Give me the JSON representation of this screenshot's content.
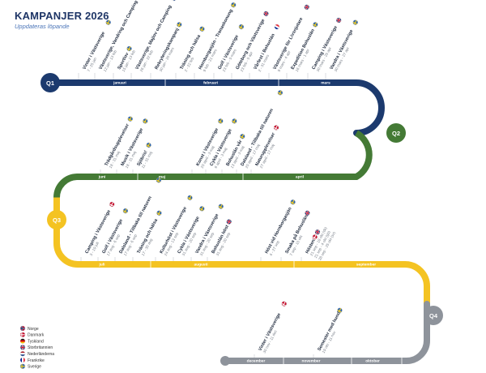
{
  "header": {
    "title": "KAMPANJER 2026",
    "subtitle": "Uppdateras löpande"
  },
  "colors": {
    "q1": "#1c3a6e",
    "q2": "#447a35",
    "q3": "#f4c322",
    "q4": "#8e939b"
  },
  "quarters": [
    {
      "label": "Q1",
      "color": "#1c3a6e"
    },
    {
      "label": "Q2",
      "color": "#447a35"
    },
    {
      "label": "Q3",
      "color": "#f4c322"
    },
    {
      "label": "Q4",
      "color": "#8e939b"
    }
  ],
  "months": [
    "januari",
    "februari",
    "mars",
    "april",
    "maj",
    "juni",
    "juli",
    "augusti",
    "september",
    "oktober",
    "november",
    "december"
  ],
  "campaigns": [
    {
      "name": "Vinter i Västsverige",
      "dates": "7 - 25 jan",
      "flags": [
        "se"
      ]
    },
    {
      "name": "Västsverige, Vandring och Camping",
      "dates": "12 jan - 13 feb",
      "flags": [
        "de"
      ]
    },
    {
      "name": "Sportlov",
      "dates": "15 jan - 13 feb",
      "flags": [
        "se"
      ]
    },
    {
      "name": "Västsverige, Majlov och Camping",
      "dates": "26 jan - 22 feb",
      "flags": [
        "nl"
      ]
    },
    {
      "name": "Rekryteringskampanj",
      "dates": "30 jan - 20 mars",
      "flags": [
        "se"
      ]
    },
    {
      "name": "Träning och hälsa",
      "dates": "2 - 22 feb",
      "flags": [
        "se"
      ]
    },
    {
      "name": "Hornborgasjön - Tranaskonung",
      "dates": "9 feb - 21 mars",
      "flags": [
        "se"
      ]
    },
    {
      "name": "Golf i Västsverige",
      "dates": "23 feb - 5 mars",
      "flags": [
        "se"
      ]
    },
    {
      "name": "Göteborg och Västsverige",
      "dates": "23 feb - 5 apr",
      "flags": [
        "gb"
      ]
    },
    {
      "name": "Vårfest i Bohuslän",
      "dates": "2 - 31 mars",
      "flags": [
        "fr"
      ]
    },
    {
      "name": "Västsverige för Livsnjutare",
      "dates": "9 mars - 4 apr",
      "flags": [
        "gb"
      ]
    },
    {
      "name": "Expedition Bohuslän",
      "dates": "16 mars - 1 apr",
      "flags": [
        "se"
      ]
    },
    {
      "name": "Camping i Västsverige",
      "dates": "30 mars - 25 apr",
      "flags": [
        "gb"
      ]
    },
    {
      "name": "Vandra i Västsverige",
      "dates": "30 mars - 27 apr",
      "flags": [
        "se"
      ]
    },
    {
      "name": "Trädgårdsupplevelser",
      "dates": "18 - 31 maj",
      "flags": [
        "se"
      ]
    },
    {
      "name": "Musik i Västsverige",
      "dates": "18 - 31 maj",
      "flags": [
        "se"
      ]
    },
    {
      "name": "Sjöbris!",
      "dates": "11 - 31 maj",
      "flags": [
        "se"
      ]
    },
    {
      "name": "Konst i Västsverige",
      "dates": "20 april - 3 maj",
      "flags": [
        "se"
      ]
    },
    {
      "name": "Cykla i Västsverige",
      "dates": "6 april - 3 maj",
      "flags": [
        "se"
      ]
    },
    {
      "name": "Bohuslän vår",
      "dates": "13 april - 3 maj",
      "flags": [
        "se"
      ]
    },
    {
      "name": "Dalsland - Tillbaka till naturen",
      "dates": "20 april - 17 maj",
      "flags": [
        "se"
      ]
    },
    {
      "name": "Naturupplevelser",
      "dates": "27 april - 17 maj",
      "flags": [
        "dk"
      ]
    },
    {
      "name": "Camping i Västsverige",
      "dates": "3 - 19 juli",
      "flags": [
        "dk"
      ]
    },
    {
      "name": "Golf i Västsverige",
      "dates": "17 aug - 6 sep",
      "flags": [
        "se"
      ]
    },
    {
      "name": "Dalsland - Tillbaka till naturen",
      "dates": "17 aug - 6 sep",
      "flags": [
        "se"
      ]
    },
    {
      "name": "Träning och hälsa",
      "dates": "17 - 30 aug",
      "flags": [
        "se"
      ]
    },
    {
      "name": "Kulturhöst i Västsverige",
      "dates": "24 aug - 13 sep",
      "flags": [
        "se"
      ]
    },
    {
      "name": "Cykla i Västsverige",
      "dates": "31 aug - 20 sep",
      "flags": [
        "se"
      ]
    },
    {
      "name": "Vandra i Västsverige",
      "dates": "31 aug - 20 sep",
      "flags": [
        "se"
      ]
    },
    {
      "name": "Bohuslän höst",
      "dates": "31 aug - 20 sep",
      "flags": [
        "gb"
      ]
    },
    {
      "name": "Höst vid Hornborgasjön",
      "dates": "4 - 27 sep",
      "flags": [
        "se"
      ]
    },
    {
      "name": "Smaka på Bohuslän",
      "dates": "7 sep - 10 okt",
      "flags": [
        "gb"
      ]
    },
    {
      "name": "Hösten",
      "dates": "21 sep - 18 okt (dk)",
      "flags": [
        "dk",
        "gb"
      ]
    },
    {
      "name": "Vinter i Västsverige",
      "dates": "30 nov - 11 dec",
      "flags": [
        "dk"
      ]
    },
    {
      "name": "Semester med hund",
      "dates": "19 okt - 11 nov",
      "flags": [
        "se"
      ]
    }
  ],
  "extra_dates": [
    "21 sep - 4 okt (gb)",
    "28 sep - 25 okt (sv)"
  ],
  "legend": [
    {
      "flag": "no",
      "name": "Norge"
    },
    {
      "flag": "dk",
      "name": "Danmark"
    },
    {
      "flag": "de",
      "name": "Tyskland"
    },
    {
      "flag": "gb",
      "name": "Storbritannien"
    },
    {
      "flag": "nl",
      "name": "Nederländerna"
    },
    {
      "flag": "fr",
      "name": "Frankrike"
    },
    {
      "flag": "se",
      "name": "Sverige"
    }
  ]
}
